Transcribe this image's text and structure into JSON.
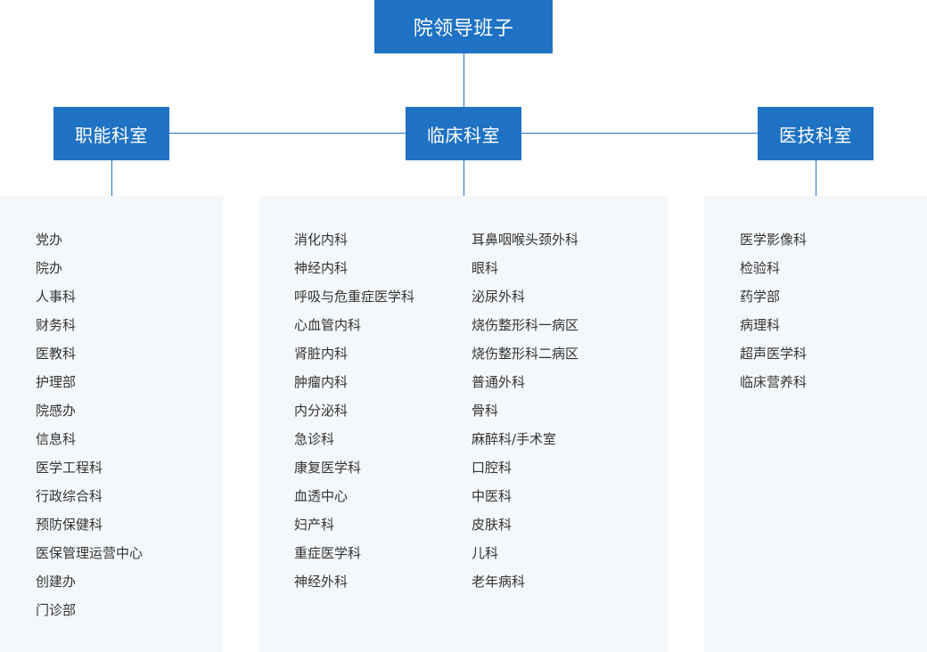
{
  "colors": {
    "node_bg": "#1f72c4",
    "node_text": "#ffffff",
    "panel_bg": "#f5f8fb",
    "item_text": "#333333",
    "connector": "#1f72c4"
  },
  "root": {
    "label": "院领导班子"
  },
  "branches": {
    "admin": {
      "label": "职能科室",
      "items": [
        "党办",
        "院办",
        "人事科",
        "财务科",
        "医教科",
        "护理部",
        "院感办",
        "信息科",
        "医学工程科",
        "行政综合科",
        "预防保健科",
        "医保管理运营中心",
        "创建办",
        "门诊部"
      ]
    },
    "clinical": {
      "label": "临床科室",
      "columns": [
        [
          "消化内科",
          "神经内科",
          "呼吸与危重症医学科",
          "心血管内科",
          "肾脏内科",
          "肿瘤内科",
          "内分泌科",
          "急诊科",
          "康复医学科",
          "血透中心",
          "妇产科",
          "重症医学科",
          "神经外科"
        ],
        [
          "耳鼻咽喉头颈外科",
          "眼科",
          "泌尿外科",
          "烧伤整形科一病区",
          "烧伤整形科二病区",
          "普通外科",
          "骨科",
          "麻醉科/手术室",
          "口腔科",
          "中医科",
          "皮肤科",
          "儿科",
          "老年病科"
        ]
      ]
    },
    "medtech": {
      "label": "医技科室",
      "items": [
        "医学影像科",
        "检验科",
        "药学部",
        "病理科",
        "超声医学科",
        "临床营养科"
      ]
    }
  }
}
